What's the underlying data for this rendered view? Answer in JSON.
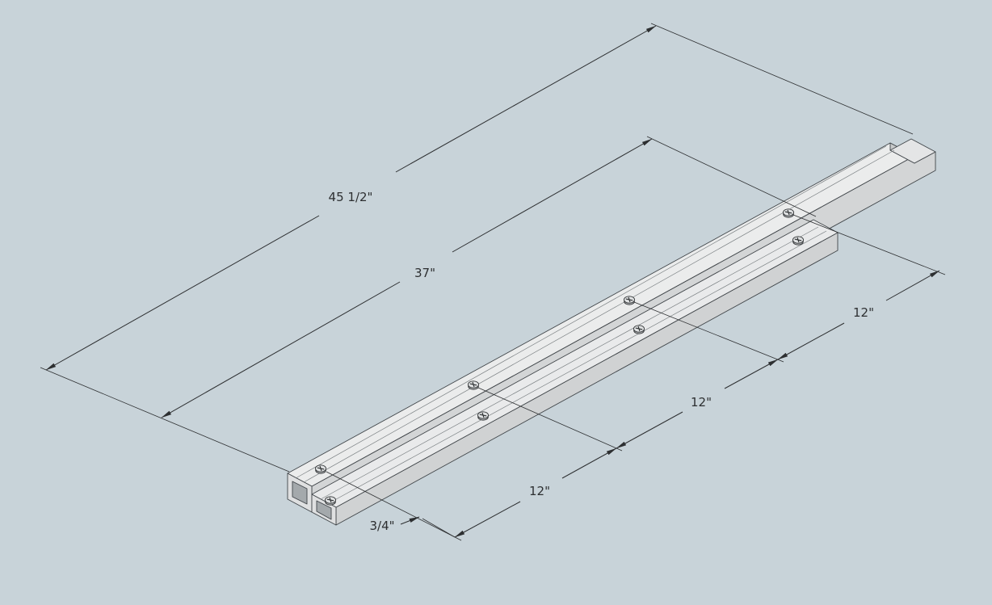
{
  "scene": {
    "description": "isometric-cad-drawing-of-aluminum-rail-with-screws",
    "background_color": "#c8d3d9",
    "object_top_color": "#ebecec",
    "object_side_color": "#d3d5d6",
    "object_end_color": "#dfe0e1",
    "hole_color": "#a4a9ac",
    "edge_color": "#41464a",
    "dimension_color": "#2d2f31",
    "screw_count": 8
  },
  "dimensions": {
    "overall_length": "45 1/2\"",
    "rail_length": "37\"",
    "screw_spacing_right": "12\"",
    "screw_spacing_middle": "12\"",
    "screw_spacing_left": "12\"",
    "end_offset": "3/4\""
  }
}
